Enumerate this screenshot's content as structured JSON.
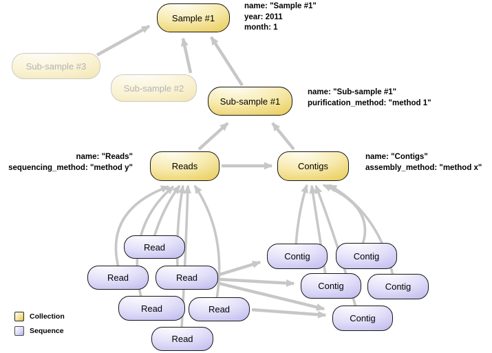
{
  "diagram": {
    "nodes": {
      "sample1": "Sample #1",
      "subsample3": "Sub-sample #3",
      "subsample2": "Sub-sample #2",
      "subsample1": "Sub-sample #1",
      "reads": "Reads",
      "contigs": "Contigs",
      "read": "Read",
      "contig": "Contig"
    },
    "annotations": {
      "sample1": {
        "line1": "name: \"Sample #1\"",
        "line2": "year: 2011",
        "line3": "month: 1"
      },
      "subsample1": {
        "line1": "name: \"Sub-sample #1\"",
        "line2": "purification_method: \"method 1\""
      },
      "reads": {
        "line1": "name: \"Reads\"",
        "line2": "sequencing_method: \"method y\""
      },
      "contigs": {
        "line1": "name: \"Contigs\"",
        "line2": "assembly_method: \"method x\""
      }
    },
    "legend": {
      "collection": "Collection",
      "sequence": "Sequence"
    },
    "colors": {
      "collection_fill": "#e4c23c",
      "collection_faded_fill": "#f1e2a6",
      "sequence_fill": "#b4aeea",
      "arrow": "#c7c7c7",
      "node_border": "#141414",
      "faded_border": "#c9c9c9",
      "faded_text": "#b3b3b3"
    }
  }
}
